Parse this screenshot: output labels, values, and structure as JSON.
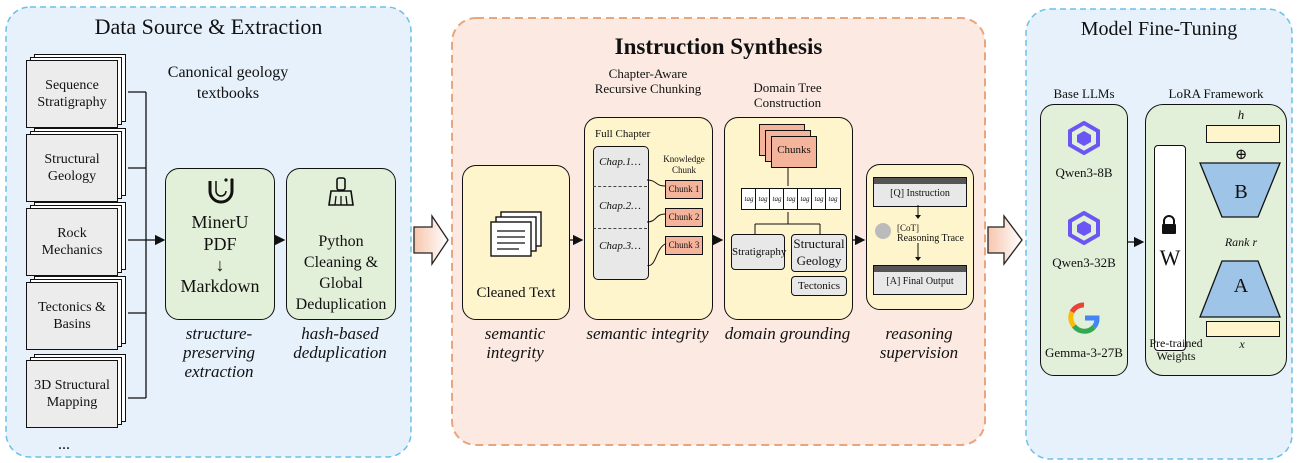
{
  "colors": {
    "blue_panel_fill": "#e6f1fb",
    "blue_panel_border": "#6cc1e6",
    "orange_panel_fill": "#fbe9e2",
    "orange_panel_border": "#e8a57e",
    "green_box": "#e2efd9",
    "yellow_box": "#fff5cc",
    "chunk_pink": "#f4b39b",
    "lora_blue": "#9ec5e8",
    "qwen_purple": "#6b56f5"
  },
  "panels": {
    "data_source": {
      "title": "Data Source & Extraction"
    },
    "synthesis": {
      "title": "Instruction Synthesis"
    },
    "fine_tuning": {
      "title": "Model Fine-Tuning"
    }
  },
  "textbooks": {
    "caption": "Canonical geology textbooks",
    "items": [
      "Sequence Stratigraphy",
      "Structural Geology",
      "Rock Mechanics",
      "Tectonics & Basins",
      "3D Structural Mapping"
    ],
    "more": "..."
  },
  "mineru": {
    "name": "MinerU",
    "from": "PDF",
    "arrow": "↓",
    "to": "Markdown",
    "icon": "magnet-icon",
    "caption": "structure-preserving extraction"
  },
  "cleaning": {
    "label": "Python Cleaning & Global Deduplication",
    "icon": "broom-icon",
    "caption": "hash-based deduplication"
  },
  "cleaned_text": {
    "label": "Cleaned Text",
    "caption": "semantic integrity"
  },
  "chunking": {
    "title": "Chapter-Aware Recursive Chunking",
    "full_chapter": "Full Chapter",
    "chapters": [
      "Chap.1…",
      "Chap.2…",
      "Chap.3…"
    ],
    "knowledge_chunk": "Knowledge Chunk",
    "chunks": [
      "Chunk 1",
      "Chunk 2",
      "Chunk 3"
    ],
    "caption": "semantic integrity"
  },
  "domain_tree": {
    "title": "Domain Tree Construction",
    "chunks_label": "Chunks",
    "tag": "tag",
    "nodes": [
      "Stratigraphy",
      "Structural Geology",
      "Tectonics"
    ],
    "caption": "domain grounding"
  },
  "reasoning": {
    "instruction": "[Q] Instruction",
    "cot_tag": "[CoT]",
    "cot_text": "Reasoning Trace",
    "output": "[A] Final Output",
    "caption": "reasoning supervision"
  },
  "base_llms": {
    "title": "Base LLMs",
    "models": [
      {
        "name": "Qwen3-8B",
        "icon": "qwen-logo-icon"
      },
      {
        "name": "Qwen3-32B",
        "icon": "qwen-logo-icon"
      },
      {
        "name": "Gemma-3-27B",
        "icon": "google-logo-icon"
      }
    ]
  },
  "lora": {
    "title": "LoRA Framework",
    "h": "h",
    "plus": "⊕",
    "b": "B",
    "rank": "Rank r",
    "a": "A",
    "x": "x",
    "w": "W",
    "pretrained": "Pre-trained Weights"
  }
}
